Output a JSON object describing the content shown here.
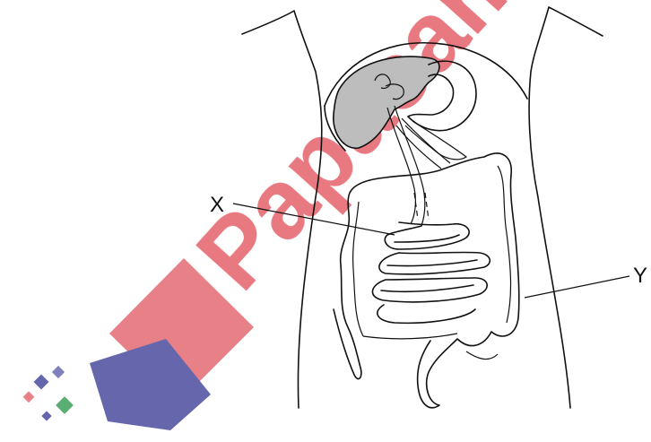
{
  "diagram": {
    "labels": {
      "x": "X",
      "y": "Y"
    },
    "watermark": {
      "text": "Papacambridge",
      "colors": {
        "red": "#e0454f",
        "blue": "#3f3f99",
        "green": "#3aa05a"
      }
    },
    "colors": {
      "outline": "#111111",
      "liver_fill": "#bdbdbd"
    }
  }
}
